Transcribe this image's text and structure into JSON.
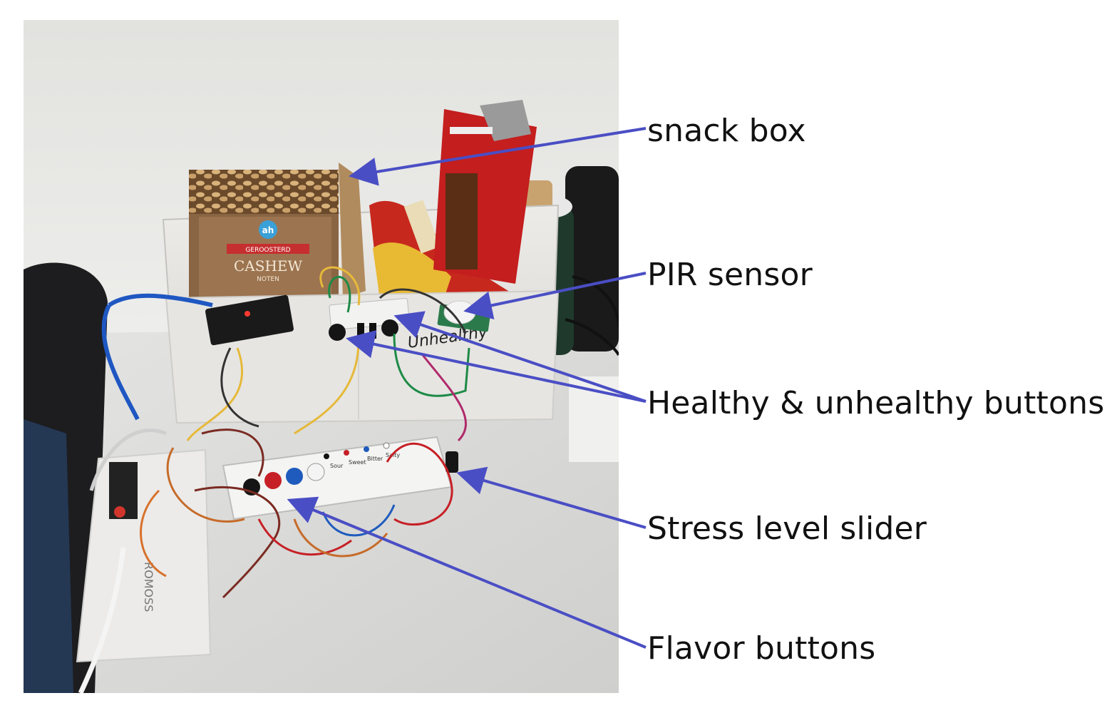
{
  "labels": {
    "snack_box": "snack box",
    "pir_sensor": "PIR sensor",
    "buttons": "Healthy & unhealthy buttons",
    "slider": "Stress level slider",
    "flavor": "Flavor buttons"
  },
  "photo_text": {
    "cashew_brand": "ah",
    "cashew_small": "GEROOSTERD",
    "cashew_main": "CASHEW",
    "cashew_sub": "NOTEN",
    "box_handwriting": "Unhealthy",
    "powerbank": "ROMOSS",
    "flavor_marks": [
      "Sour",
      "Sweet",
      "Bitter",
      "Salty"
    ]
  },
  "colors": {
    "arrow": "#4a4ec4",
    "wall": "#e9e9e7",
    "desk": "#d9d9d9"
  },
  "icons": [
    "arrow-head-icon"
  ]
}
